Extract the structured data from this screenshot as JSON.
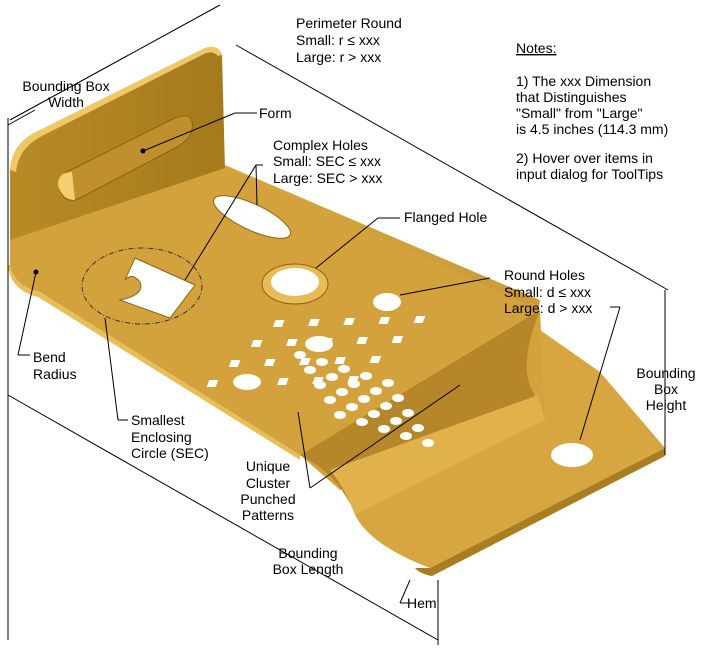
{
  "labels": {
    "perimeter_round": [
      "Perimeter Round",
      "Small: r ≤ xxx",
      "Large: r > xxx"
    ],
    "notes_title": "Notes:",
    "note1": [
      "1) The xxx Dimension",
      "that Distinguishes",
      "\"Small\" from \"Large\"",
      "is 4.5 inches (114.3 mm)"
    ],
    "note2": [
      "2) Hover over items in",
      "input dialog for ToolTips"
    ],
    "bounding_box_width": [
      "Bounding Box",
      "Width"
    ],
    "form": "Form",
    "complex_holes": [
      "Complex Holes",
      "Small: SEC ≤ xxx",
      "Large: SEC > xxx"
    ],
    "flanged_hole": "Flanged Hole",
    "round_holes": [
      "Round Holes",
      "Small: d ≤ xxx",
      "Large: d > xxx"
    ],
    "bend_radius": [
      "Bend",
      "Radius"
    ],
    "bounding_box_height": [
      "Bounding",
      "Box",
      "Height"
    ],
    "sec": [
      "Smallest",
      "Enclosing",
      "Circle (SEC)"
    ],
    "cluster": [
      "Unique",
      "Cluster",
      "Punched",
      "Patterns"
    ],
    "bounding_box_length": [
      "Bounding",
      "Box Length"
    ],
    "hem": "Hem"
  },
  "colors": {
    "part_light": "#e6b64e",
    "part_mid": "#c89a34",
    "part_dark": "#9c7418"
  }
}
